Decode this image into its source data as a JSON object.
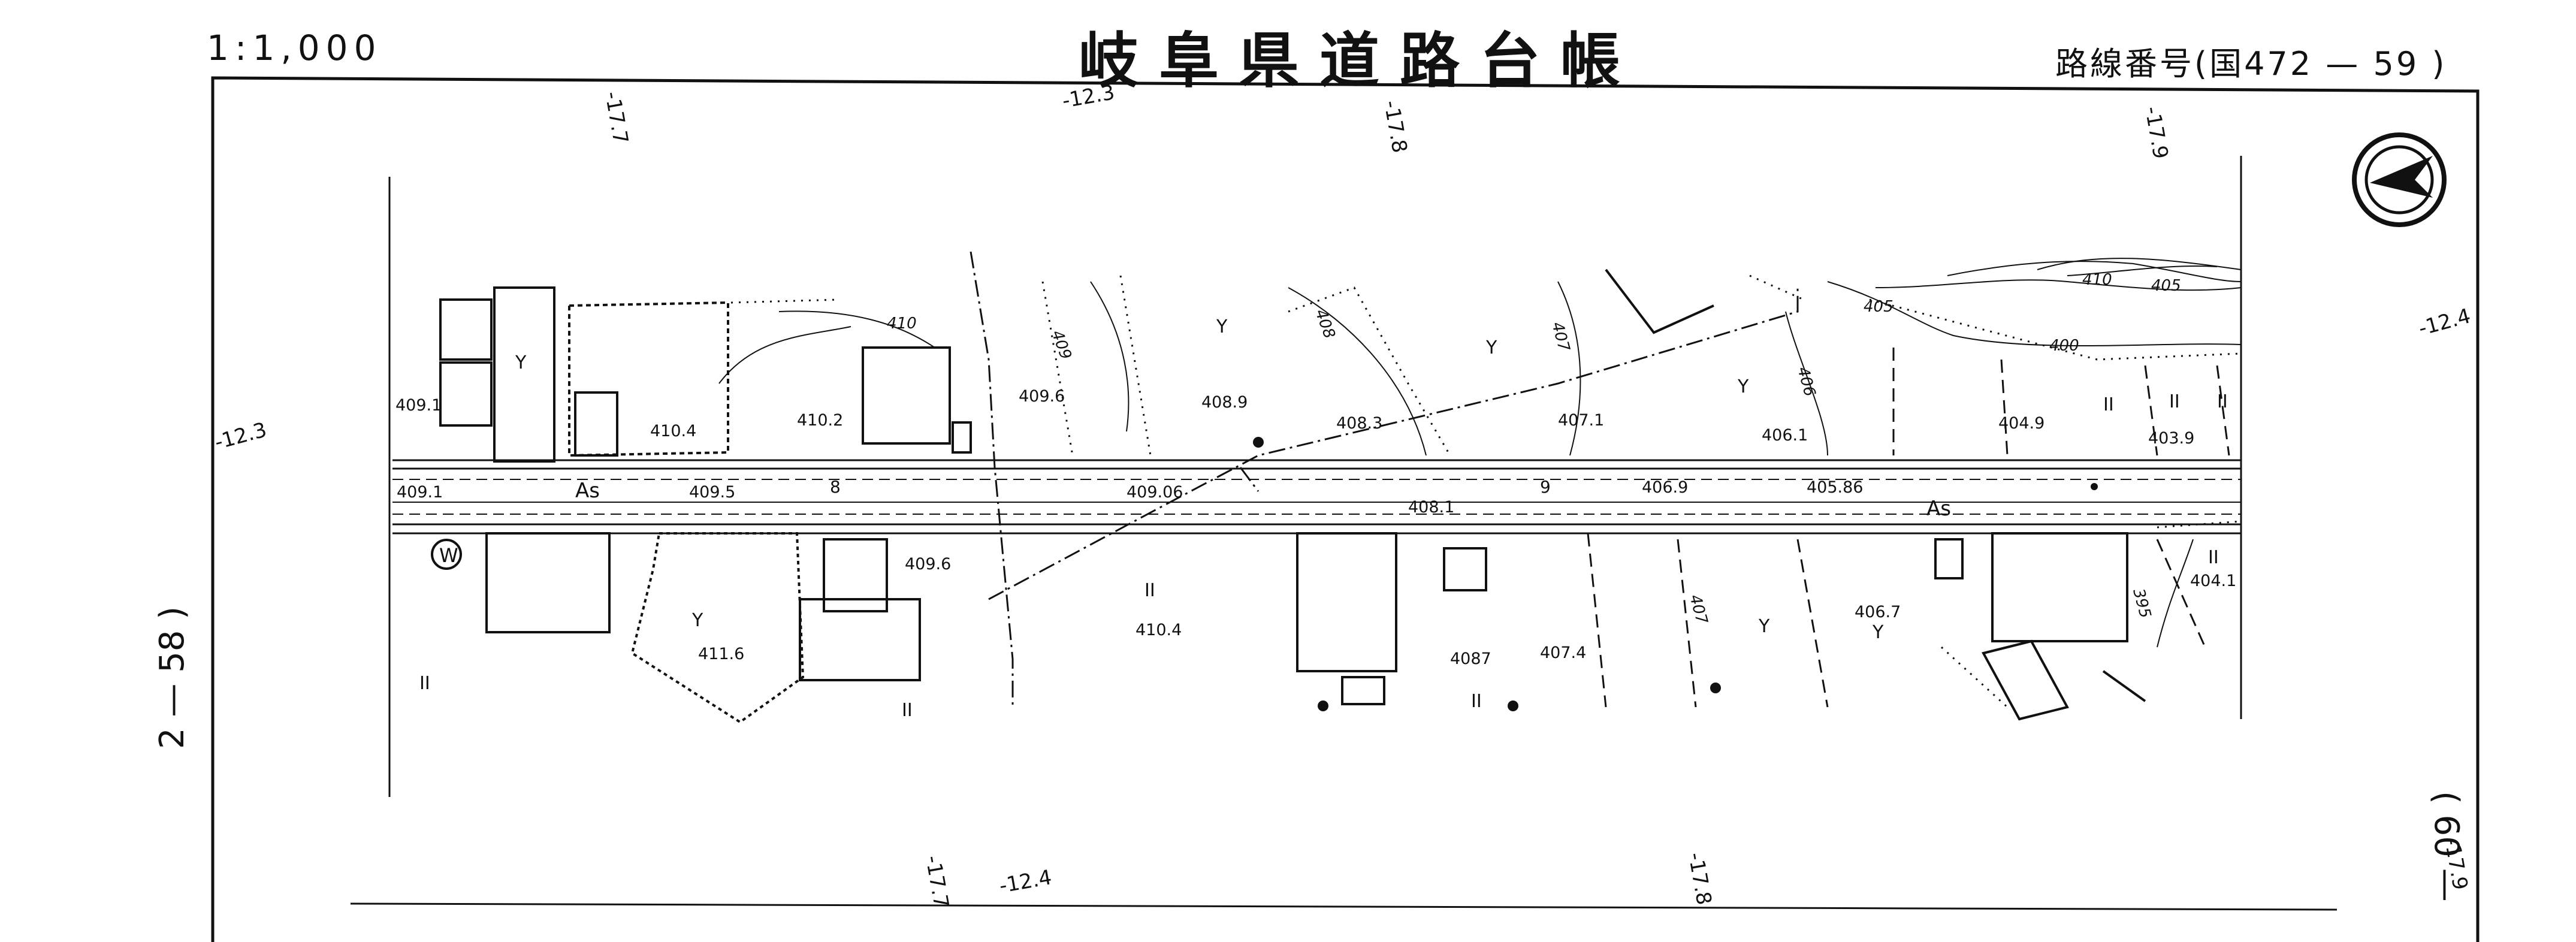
{
  "header": {
    "scale": "1:1,000",
    "title": "岐阜県道路台帳",
    "route_label": "路線番号(国472 — 59 )"
  },
  "sheet_refs": {
    "left": "2 — 58 )",
    "right": "( 60 —"
  },
  "grid_labels": [
    "-17.7",
    "-12.3",
    "-17.8",
    "-17.9",
    "-12.3",
    "-12.4",
    "-17.7",
    "-12.4",
    "-17.8",
    "-17.9"
  ],
  "road_labels": {
    "surface_left": "As",
    "surface_right": "As",
    "station_8": "8",
    "station_9": "9"
  },
  "elevations": [
    "409.1",
    "410.4",
    "410.2",
    "409.6",
    "408.9",
    "408.3",
    "407.1",
    "406.1",
    "404.9",
    "403.9",
    "409.1",
    "409.5",
    "409.06",
    "408.1",
    "406.9",
    "405.86",
    "409.6",
    "410.4",
    "411.6",
    "4087",
    "407.4",
    "406.7",
    "404.1"
  ],
  "contours": [
    "410",
    "409",
    "408",
    "407",
    "406",
    "405",
    "400",
    "410",
    "405",
    "407",
    "395"
  ],
  "symbols": {
    "land_mark": "Y",
    "pipe_mark": "II",
    "well_mark": "W"
  },
  "colors": {
    "ink": "#111111",
    "paper": "#ffffff"
  }
}
